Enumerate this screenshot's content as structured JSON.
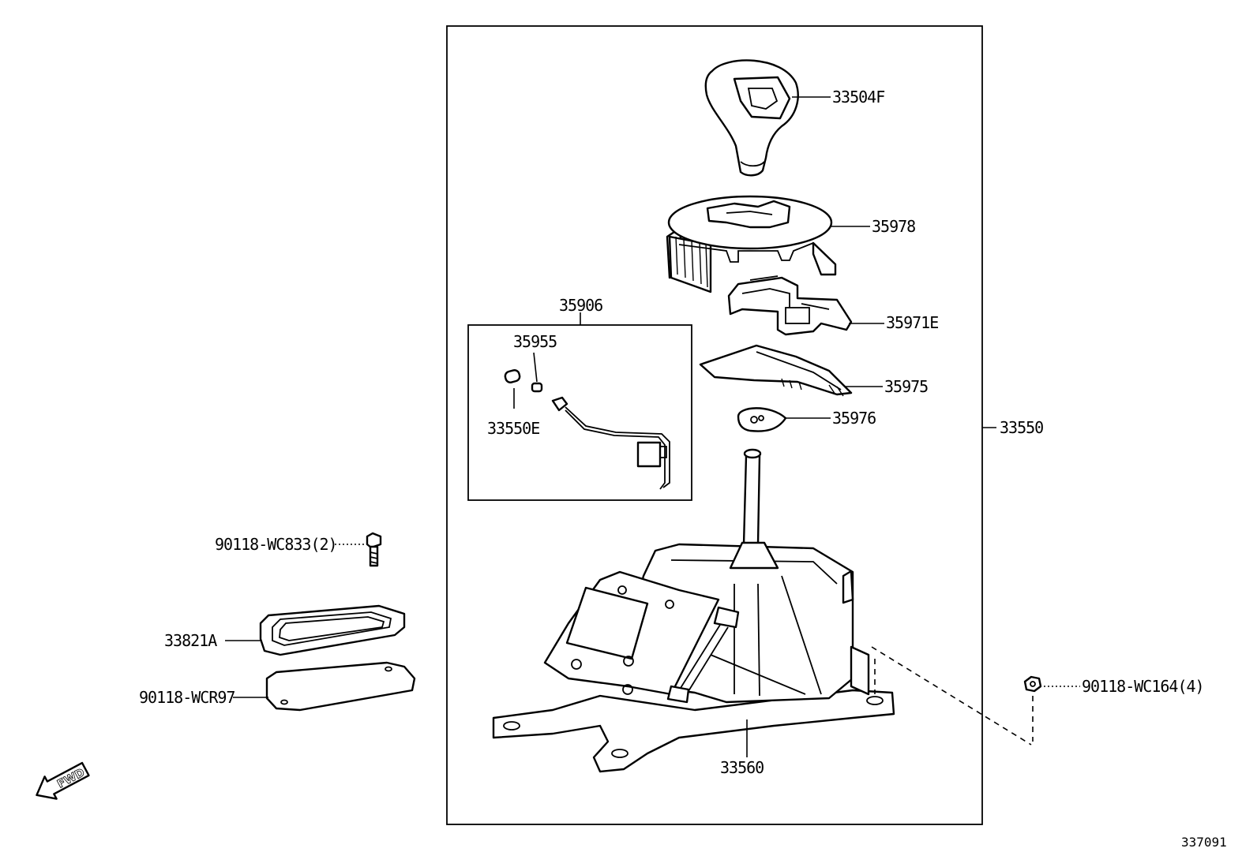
{
  "diagram": {
    "catalog_number": "337091",
    "fwd_arrow_text": "FWD",
    "parts": {
      "p33504F": "33504F",
      "p35978": "35978",
      "p35906": "35906",
      "p35955": "35955",
      "p33550E": "33550E",
      "p35971E": "35971E",
      "p35975": "35975",
      "p35976": "35976",
      "p33550": "33550",
      "p33560": "33560",
      "p90118WC833": "90118-WC833(2)",
      "p33821A": "33821A",
      "p90118WCR97": "90118-WCR97",
      "p90118WC164": "90118-WC164(4)"
    }
  }
}
